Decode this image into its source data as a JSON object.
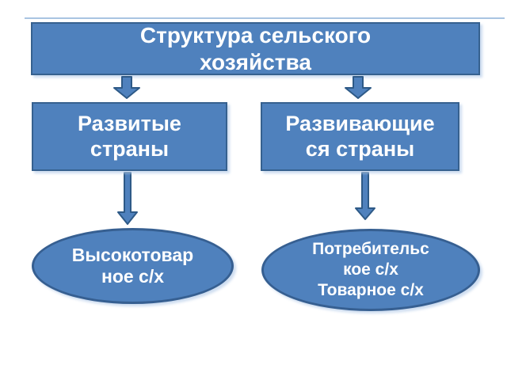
{
  "slide": {
    "background_color": "#ffffff",
    "accent_fill_color": "#4f81bd",
    "accent_border_color": "#36618f",
    "text_color": "#ffffff",
    "top_rule_color": "#a9c4e2",
    "title_node": {
      "label": "Структура сельского\nхозяйства"
    },
    "level2_nodes": [
      {
        "id": "developed",
        "label": "Развитые\nстраны"
      },
      {
        "id": "developing",
        "label": "Развивающие\nся страны"
      }
    ],
    "level3_nodes": [
      {
        "id": "high-commodity",
        "label": "Высокотовар\nное с/х"
      },
      {
        "id": "consumer-commodity",
        "label": "Потребительс\nкое с/х\nТоварное с/х"
      }
    ],
    "icons": {
      "connector": "down-arrow-icon"
    }
  }
}
